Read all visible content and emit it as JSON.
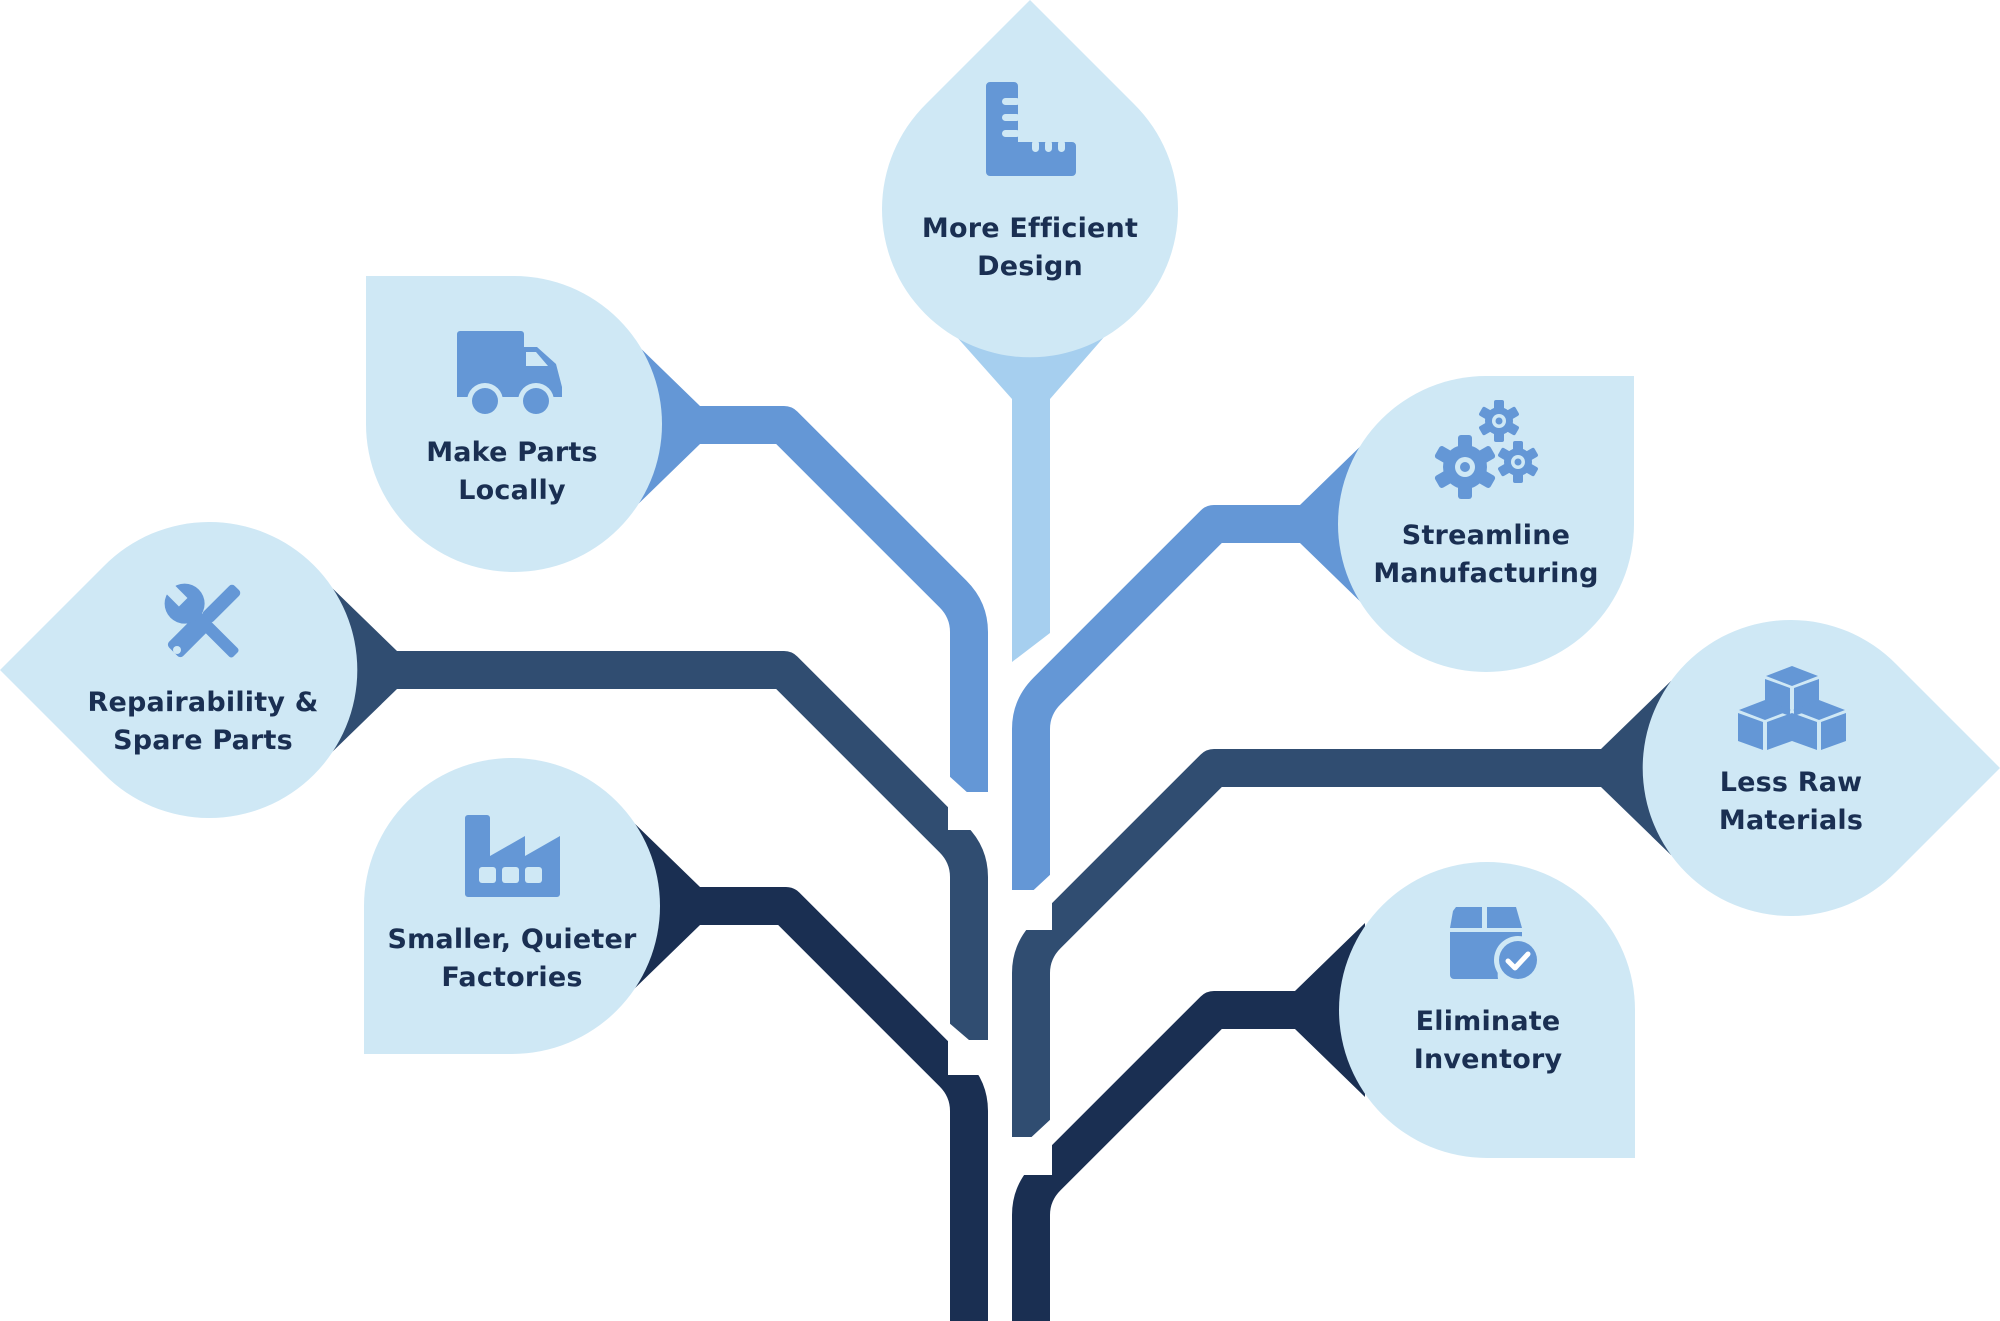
{
  "diagram": {
    "type": "tree-infographic",
    "colors": {
      "leaf_fill": "#cfe8f5",
      "stem_light": "#a6cfef",
      "branch_medium": "#6497d6",
      "branch_dark_mid": "#304d71",
      "branch_dark": "#1a2f52",
      "icon": "#6497d6",
      "text": "#1a2f52"
    },
    "leaves": [
      {
        "id": "more-efficient-design",
        "lines": [
          "More Efficient",
          "Design"
        ],
        "icon": "ruler-icon",
        "branch_color": "stem_light"
      },
      {
        "id": "make-parts-locally",
        "lines": [
          "Make Parts",
          "Locally"
        ],
        "icon": "truck-icon",
        "branch_color": "branch_medium"
      },
      {
        "id": "streamline-manufacturing",
        "lines": [
          "Streamline",
          "Manufacturing"
        ],
        "icon": "gears-icon",
        "branch_color": "branch_medium"
      },
      {
        "id": "repairability-spare-parts",
        "lines": [
          "Repairability &",
          "Spare Parts"
        ],
        "icon": "tools-icon",
        "branch_color": "branch_dark_mid"
      },
      {
        "id": "less-raw-materials",
        "lines": [
          "Less Raw",
          "Materials"
        ],
        "icon": "cubes-icon",
        "branch_color": "branch_dark_mid"
      },
      {
        "id": "smaller-quieter-factories",
        "lines": [
          "Smaller, Quieter",
          "Factories"
        ],
        "icon": "factory-icon",
        "branch_color": "branch_dark"
      },
      {
        "id": "eliminate-inventory",
        "lines": [
          "Eliminate",
          "Inventory"
        ],
        "icon": "box-check-icon",
        "branch_color": "branch_dark"
      }
    ]
  }
}
